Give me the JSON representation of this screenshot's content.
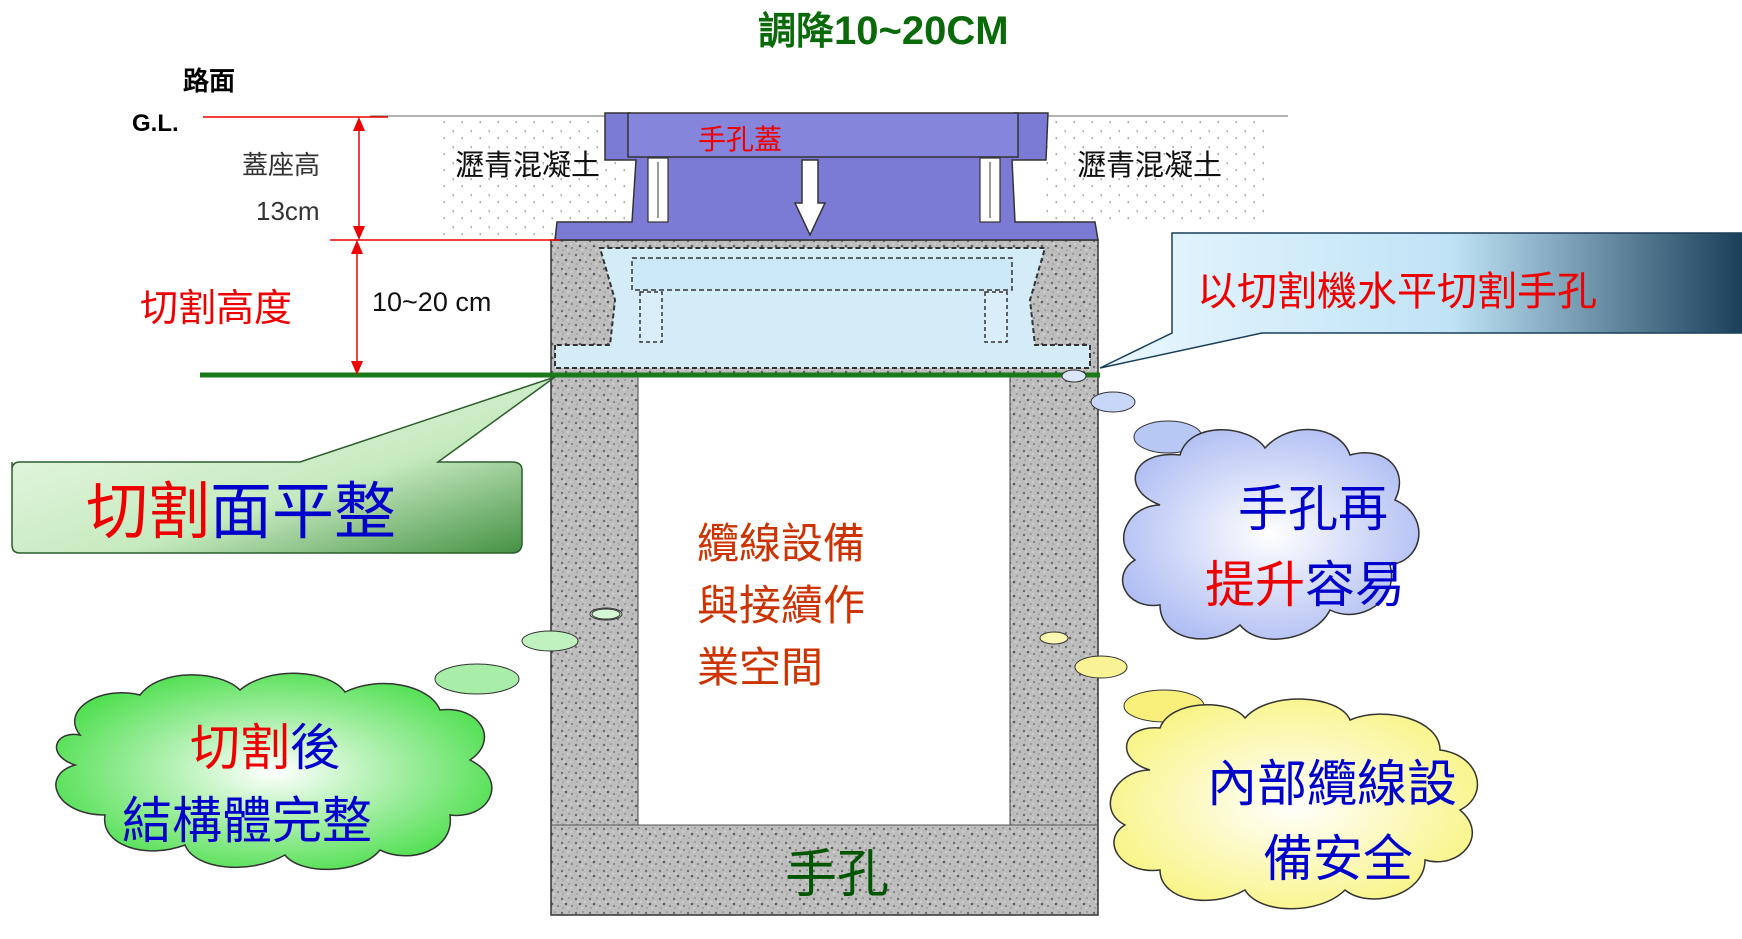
{
  "title_prefix": "調降",
  "title_value": "10~20CM",
  "road_label": "路面",
  "gl_label": "G.L.",
  "seat_height_label": "蓋座高",
  "seat_height_value": "13cm",
  "asphalt_left": "瀝青混凝土",
  "asphalt_right": "瀝青混凝土",
  "cover_label": "手孔蓋",
  "cut_height_label": "切割高度",
  "cut_height_value": "10~20 cm",
  "callout_right": "以切割機水平切割手孔",
  "callout_left": {
    "part_red": "切割",
    "part_blue": "面平整"
  },
  "center_text": {
    "line1": "纜線設備",
    "line2": "與接續作",
    "line3": "業空間"
  },
  "bottom_label": "手孔",
  "cloud_right_top": {
    "line1": "手孔再",
    "line2_red": "提升",
    "line2_blue": "容易"
  },
  "cloud_left_bottom": {
    "line1_red": "切割",
    "line1_blue": "後",
    "line2": "結構體完整"
  },
  "cloud_right_bottom": {
    "line1": "內部纜線設",
    "line2": "備安全"
  },
  "colors": {
    "red": "#ee0000",
    "blue": "#0000cc",
    "green_line": "#1a7a1a",
    "cover": "#7b7bd6",
    "ghost_cover": "#cfe9f7",
    "concrete": "#b9b9b9",
    "title_green": "#0a6a0a",
    "dark_green_text": "#005500",
    "orange_text": "#cc3300"
  }
}
